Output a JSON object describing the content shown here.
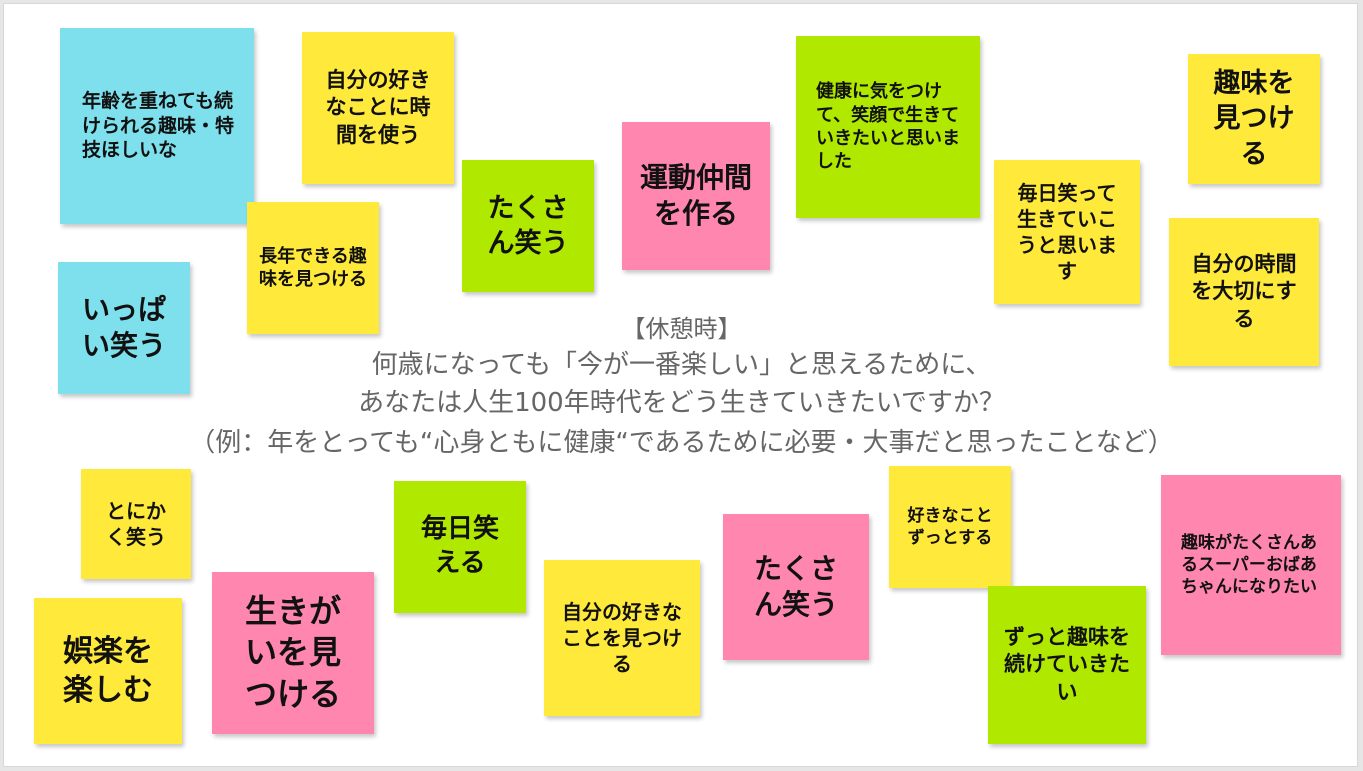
{
  "prompt": {
    "line1": "【休憩時】",
    "line2": "何歳になっても「今が一番楽しい」と思えるために、",
    "line3": "あなたは人生100年時代をどう生きていきたいですか？",
    "line4": "（例：年をとっても“心身ともに健康“であるために必要・大事だと思ったことなど）"
  },
  "notes": [
    {
      "text": "年齢を重ねても続けられる趣味・特技ほしいな",
      "color": "#7ee0ec"
    },
    {
      "text": "自分の好きなことに時間を使う",
      "color": "#ffe93a"
    },
    {
      "text": "長年できる趣味を見つける",
      "color": "#ffe93a"
    },
    {
      "text": "たくさん笑う",
      "color": "#b0e800"
    },
    {
      "text": "運動仲間を作る",
      "color": "#ff86ae"
    },
    {
      "text": "健康に気をつけて、笑顔で生きていきたいと思いました",
      "color": "#b0e800"
    },
    {
      "text": "毎日笑って生きていこうと思います",
      "color": "#ffe93a"
    },
    {
      "text": "趣味を見つける",
      "color": "#ffe93a"
    },
    {
      "text": "自分の時間を大切にする",
      "color": "#ffe93a"
    },
    {
      "text": "いっぱい笑う",
      "color": "#7ee0ec"
    },
    {
      "text": "とにかく笑う",
      "color": "#ffe93a"
    },
    {
      "text": "娯楽を楽しむ",
      "color": "#ffe93a"
    },
    {
      "text": "生きがいを見つける",
      "color": "#ff86ae"
    },
    {
      "text": "毎日笑える",
      "color": "#b0e800"
    },
    {
      "text": "自分の好きなことを見つける",
      "color": "#ffe93a"
    },
    {
      "text": "たくさん笑う",
      "color": "#ff86ae"
    },
    {
      "text": "好きなことずっとする",
      "color": "#ffe93a"
    },
    {
      "text": "ずっと趣味を続けていきたい",
      "color": "#b0e800"
    },
    {
      "text": "趣味がたくさんあるスーパーおばあちゃんになりたい",
      "color": "#ff86ae"
    }
  ]
}
